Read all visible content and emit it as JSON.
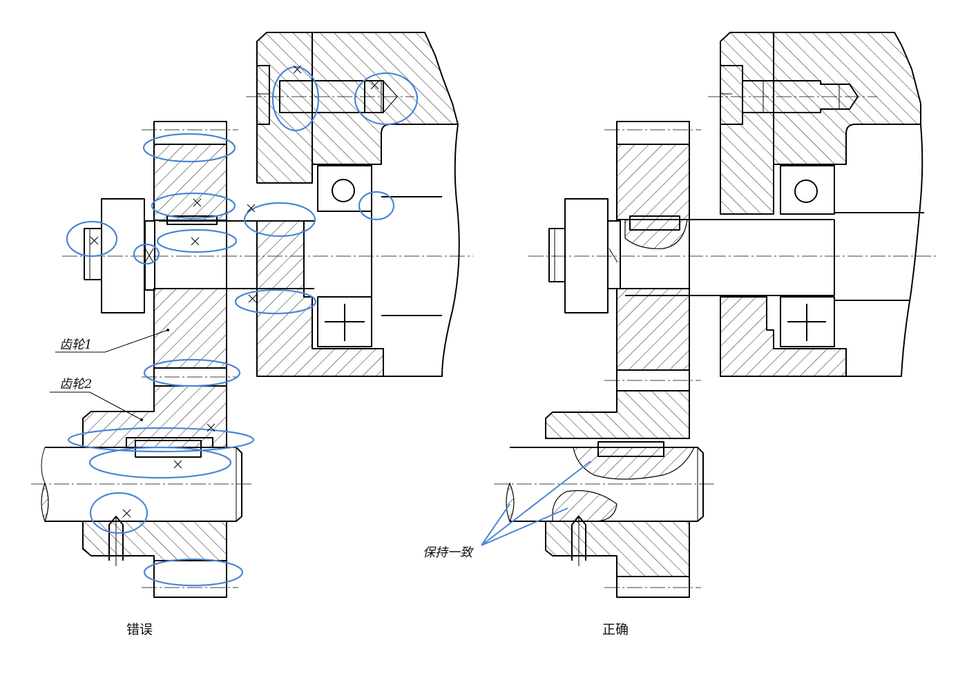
{
  "labels": {
    "gear1": "齿轮1",
    "gear2": "齿轮2",
    "keep_consistent": "保持一致",
    "wrong": "错误",
    "correct": "正确"
  },
  "colors": {
    "annotation": "#4a85d4",
    "line": "#000000",
    "background": "#ffffff"
  }
}
